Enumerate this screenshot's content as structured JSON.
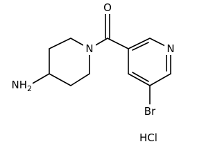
{
  "molecule": {
    "atoms": {
      "carbonyl_oxygen": "O",
      "amide_nitrogen": "N",
      "pyridine_nitrogen": "N",
      "bromine": "Br",
      "amine": "NH2"
    },
    "counterion": "HCl"
  },
  "colors": {
    "bond": "#000000",
    "label": "#000000",
    "background": "#ffffff"
  }
}
